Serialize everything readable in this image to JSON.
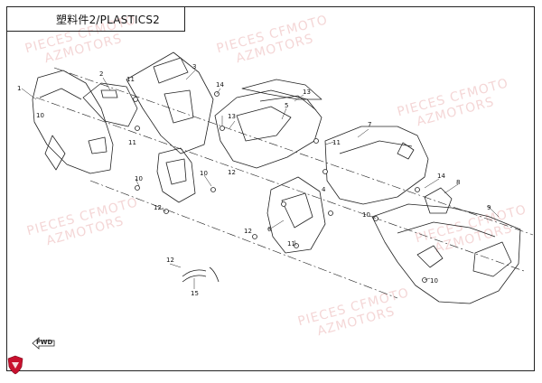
{
  "diagram": {
    "title": "塑料件2/PLASTICS2",
    "watermarks": [
      {
        "line1": "PIECES CFMOTO",
        "line2": "AZMOTORS"
      },
      {
        "line1": "PIECES CFMOTO",
        "line2": "AZMOTORS"
      },
      {
        "line1": "PIECES CFMOTO",
        "line2": "AZMOTORS"
      },
      {
        "line1": "PIECES CFMOTO",
        "line2": "AZMOTORS"
      },
      {
        "line1": "PIECES CFMOTO",
        "line2": "AZMOTORS"
      },
      {
        "line1": "PIECES CFMOTO",
        "line2": "AZMOTORS"
      }
    ],
    "callouts": [
      "1",
      "2",
      "3",
      "4",
      "5",
      "6",
      "7",
      "8",
      "9",
      "10",
      "10",
      "10",
      "10",
      "10",
      "11",
      "11",
      "11",
      "11",
      "12",
      "12",
      "12",
      "12",
      "13",
      "13",
      "14",
      "14",
      "15"
    ],
    "fwd_label": "FWD",
    "watermark_color": "#dc7878"
  }
}
